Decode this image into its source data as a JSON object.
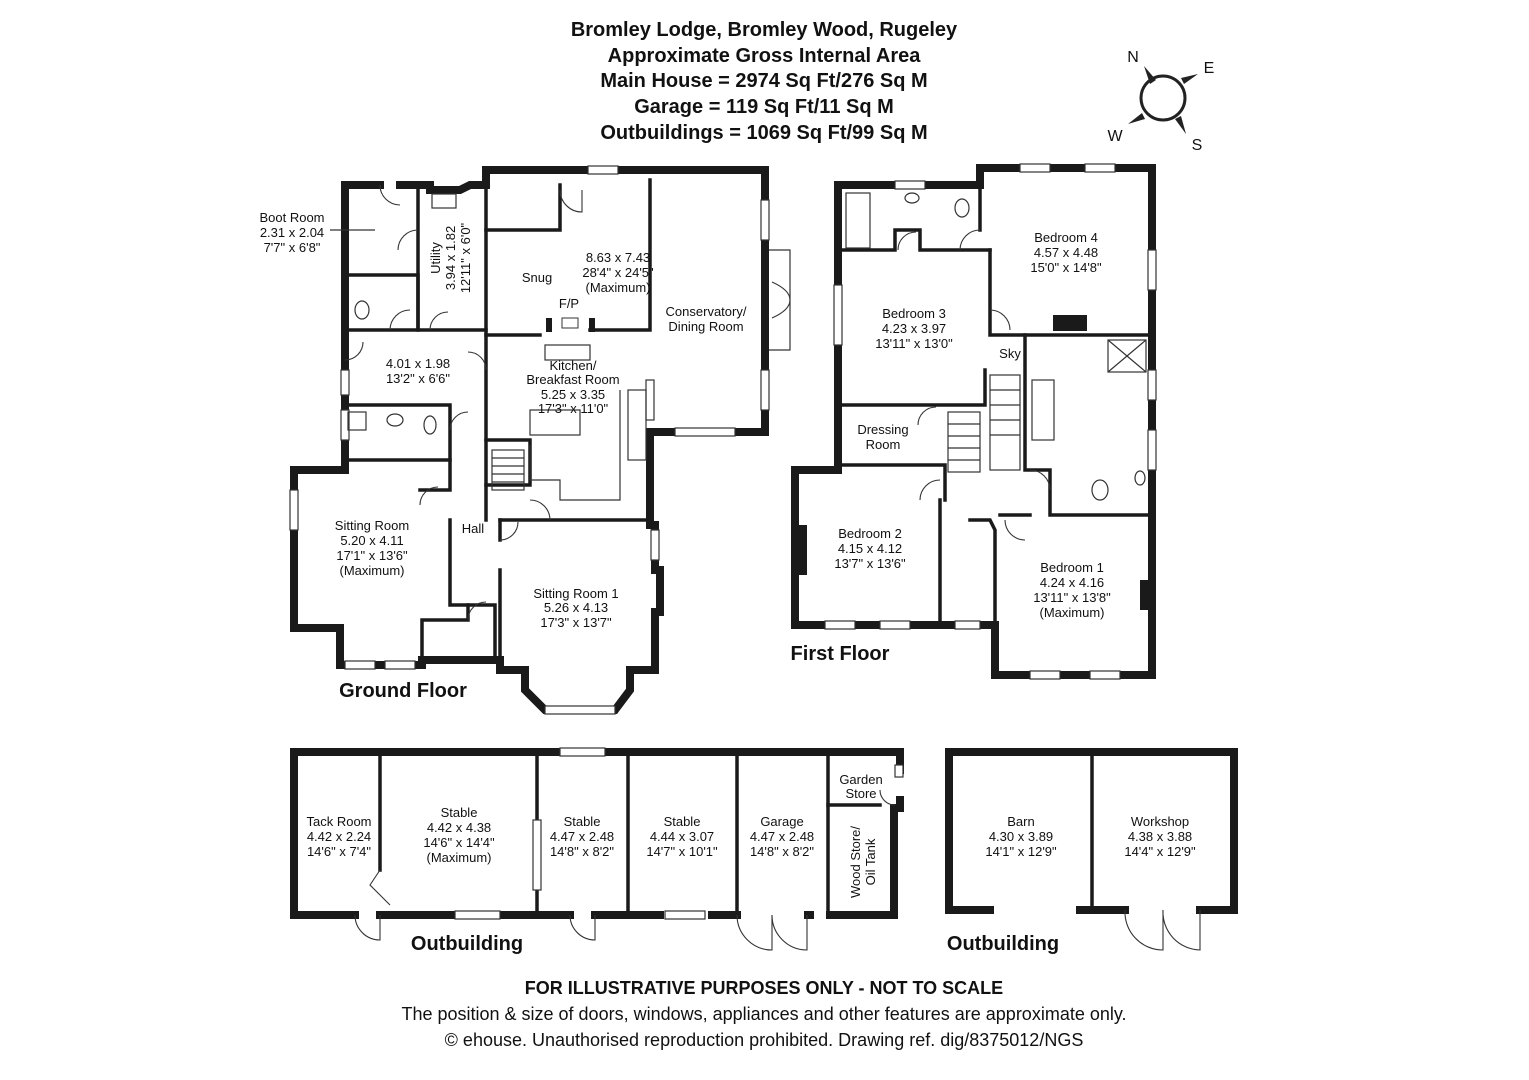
{
  "header": {
    "title": "Bromley Lodge, Bromley Wood, Rugeley",
    "subtitle": "Approximate Gross Internal Area",
    "main_house": "Main House = 2974 Sq Ft/276 Sq M",
    "garage": "Garage = 119 Sq Ft/11 Sq M",
    "outbuildings": "Outbuildings = 1069 Sq Ft/99 Sq M"
  },
  "compass": {
    "n": "N",
    "e": "E",
    "s": "S",
    "w": "W"
  },
  "floors": {
    "ground": "Ground Floor",
    "first": "First Floor",
    "outbuilding_1": "Outbuilding",
    "outbuilding_2": "Outbuilding"
  },
  "rooms": {
    "boot_room": [
      "Boot Room",
      "2.31 x 2.04",
      "7'7\" x 6'8\""
    ],
    "utility": [
      "Utility",
      "3.94 x 1.82",
      "12'11\" x 6'0\""
    ],
    "snug": [
      "Snug"
    ],
    "fp": [
      "F/P"
    ],
    "conservatory": [
      "8.63 x 7.43",
      "28'4\" x 24'5\"",
      "(Maximum)"
    ],
    "conservatory_name": [
      "Conservatory/",
      "Dining Room"
    ],
    "hallway": [
      "4.01 x 1.98",
      "13'2\" x 6'6\""
    ],
    "kitchen": [
      "Kitchen/",
      "Breakfast Room",
      "5.25 x 3.35",
      "17'3\" x 11'0\""
    ],
    "sitting_room": [
      "Sitting Room",
      "5.20 x 4.11",
      "17'1\" x 13'6\"",
      "(Maximum)"
    ],
    "hall": [
      "Hall"
    ],
    "sitting_room_1": [
      "Sitting Room 1",
      "5.26 x 4.13",
      "17'3\" x 13'7\""
    ],
    "bedroom_4": [
      "Bedroom 4",
      "4.57 x 4.48",
      "15'0\" x 14'8\""
    ],
    "bedroom_3": [
      "Bedroom 3",
      "4.23 x 3.97",
      "13'11\" x 13'0\""
    ],
    "sky": [
      "Sky"
    ],
    "dressing_room": [
      "Dressing",
      "Room"
    ],
    "bedroom_2": [
      "Bedroom 2",
      "4.15 x 4.12",
      "13'7\" x 13'6\""
    ],
    "bedroom_1": [
      "Bedroom 1",
      "4.24 x 4.16",
      "13'11\" x 13'8\"",
      "(Maximum)"
    ],
    "tack_room": [
      "Tack Room",
      "4.42 x 2.24",
      "14'6\" x 7'4\""
    ],
    "stable_a": [
      "Stable",
      "4.42 x 4.38",
      "14'6\" x 14'4\"",
      "(Maximum)"
    ],
    "stable_b": [
      "Stable",
      "4.47 x 2.48",
      "14'8\" x 8'2\""
    ],
    "stable_c": [
      "Stable",
      "4.44 x 3.07",
      "14'7\" x 10'1\""
    ],
    "garage": [
      "Garage",
      "4.47 x 2.48",
      "14'8\" x 8'2\""
    ],
    "garden_store": [
      "Garden",
      "Store"
    ],
    "wood_store": [
      "Wood Store/",
      "Oil Tank"
    ],
    "barn": [
      "Barn",
      "4.30 x 3.89",
      "14'1\" x 12'9\""
    ],
    "workshop": [
      "Workshop",
      "4.38 x 3.88",
      "14'4\" x 12'9\""
    ]
  },
  "footer": {
    "line1": "FOR ILLUSTRATIVE PURPOSES ONLY - NOT TO SCALE",
    "line2": "The position & size of doors, windows, appliances and other features are approximate only.",
    "line3": "© ehouse. Unauthorised reproduction prohibited. Drawing ref. dig/8375012/NGS"
  }
}
